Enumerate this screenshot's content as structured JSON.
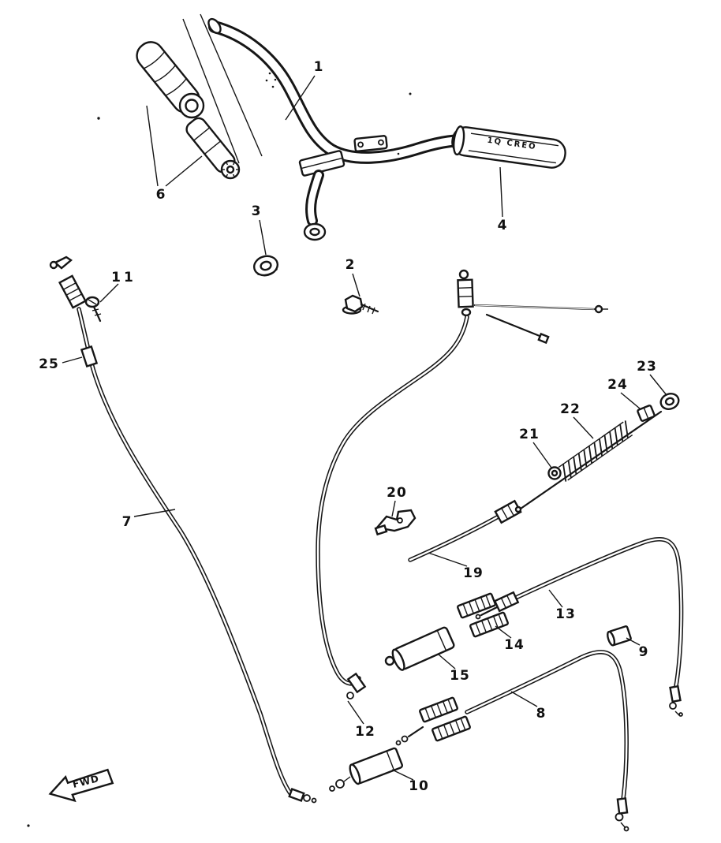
{
  "diagram": {
    "fwd_marker": "FWD",
    "grip_text": "1Q CREO",
    "colors": {
      "ink": "#161616",
      "paper": "#ffffff"
    },
    "part_labels": [
      {
        "number": "1"
      },
      {
        "number": "2"
      },
      {
        "number": "3"
      },
      {
        "number": "4"
      },
      {
        "number": "6"
      },
      {
        "number": "7"
      },
      {
        "number": "8"
      },
      {
        "number": "9"
      },
      {
        "number": "10"
      },
      {
        "number": "11"
      },
      {
        "number": "12"
      },
      {
        "number": "13"
      },
      {
        "number": "14"
      },
      {
        "number": "15"
      },
      {
        "number": "19"
      },
      {
        "number": "20"
      },
      {
        "number": "21"
      },
      {
        "number": "22"
      },
      {
        "number": "23"
      },
      {
        "number": "24"
      },
      {
        "number": "25"
      }
    ]
  }
}
